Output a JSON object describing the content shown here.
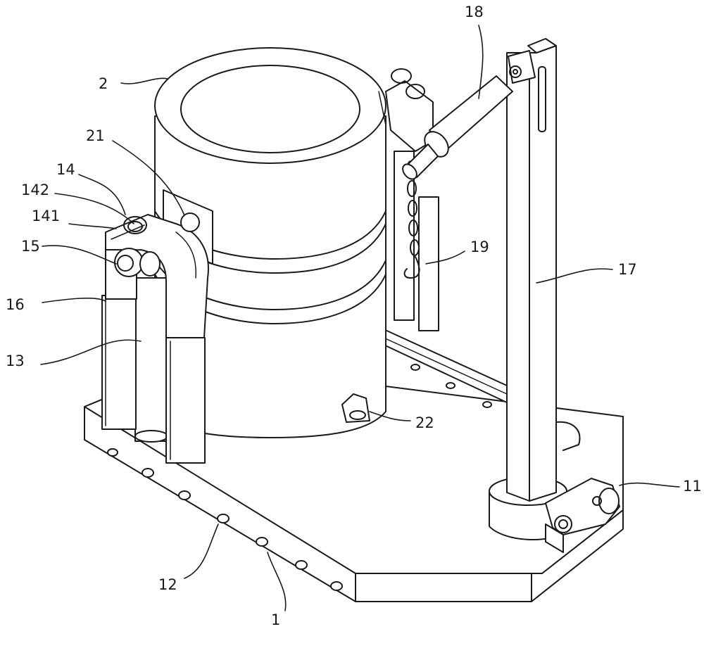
{
  "labels": {
    "l1": "1",
    "l2": "2",
    "l11": "11",
    "l12": "12",
    "l13": "13",
    "l14": "14",
    "l141": "141",
    "l142": "142",
    "l15": "15",
    "l16": "16",
    "l17": "17",
    "l18": "18",
    "l19": "19",
    "l21": "21",
    "l22": "22"
  }
}
